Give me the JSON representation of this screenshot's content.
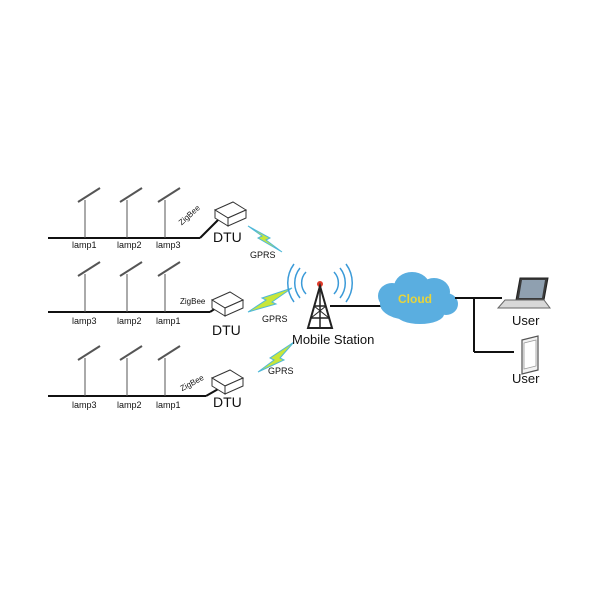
{
  "rows": [
    {
      "lamps": [
        "lamp1",
        "lamp2",
        "lamp3"
      ],
      "zigbee": "ZigBee",
      "dtu": "DTU",
      "gprs": "GPRS"
    },
    {
      "lamps": [
        "lamp3",
        "lamp2",
        "lamp1"
      ],
      "zigbee": "ZigBee",
      "dtu": "DTU",
      "gprs": "GPRS"
    },
    {
      "lamps": [
        "lamp3",
        "lamp2",
        "lamp1"
      ],
      "zigbee": "ZigBee",
      "dtu": "DTU",
      "gprs": "GPRS"
    }
  ],
  "station": {
    "label": "Mobile Station"
  },
  "cloud": {
    "label": "Cloud"
  },
  "users": [
    {
      "label": "User",
      "device": "laptop-icon"
    },
    {
      "label": "User",
      "device": "tablet-icon"
    }
  ],
  "colors": {
    "line": "#111111",
    "lightning": "#c8e63a",
    "lightning_edge": "#4fb8d8",
    "cloud": "#5aaee0",
    "cloud_text": "#e8d43a",
    "signal": "#3a9ad8",
    "tower": "#222222"
  }
}
